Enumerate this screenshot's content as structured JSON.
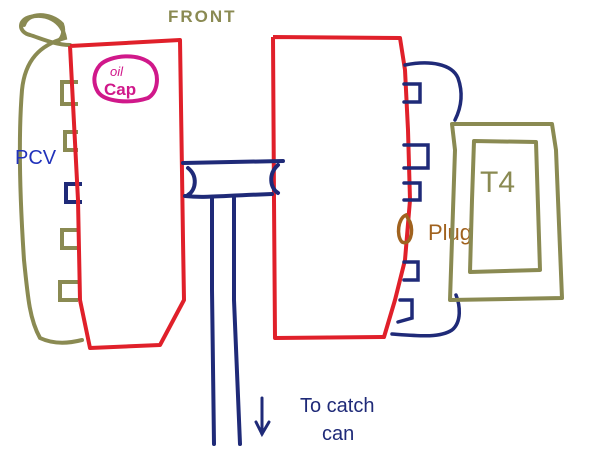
{
  "labels": {
    "front": "FRONT",
    "oil_cap_line1": "oil",
    "oil_cap_line2": "Cap",
    "pcv": "PCV",
    "plug": "Plug",
    "t4": "T4",
    "catch_can_line1": "To catch",
    "catch_can_line2": "can"
  },
  "colors": {
    "background": "#ffffff",
    "olive": "#8a8a52",
    "red": "#e0202a",
    "navy": "#1f2a78",
    "magenta": "#d0188a",
    "brown": "#a0621e",
    "blue_text": "#2233bb"
  }
}
